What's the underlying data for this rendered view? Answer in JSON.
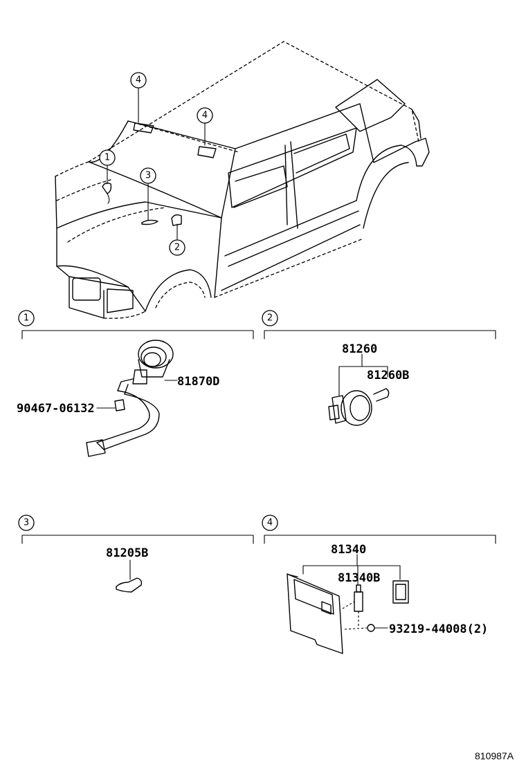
{
  "callouts": {
    "c1": "1",
    "c2": "2",
    "c3": "3",
    "c4": "4"
  },
  "sections": [
    {
      "number": "1",
      "parts": [
        "81870D",
        "90467-06132"
      ]
    },
    {
      "number": "2",
      "parts": [
        "81260",
        "81260B"
      ]
    },
    {
      "number": "3",
      "parts": [
        "81205B"
      ]
    },
    {
      "number": "4",
      "parts": [
        "81340",
        "81340B",
        "93219-44008(2)"
      ]
    }
  ],
  "figure_id": "810987A"
}
